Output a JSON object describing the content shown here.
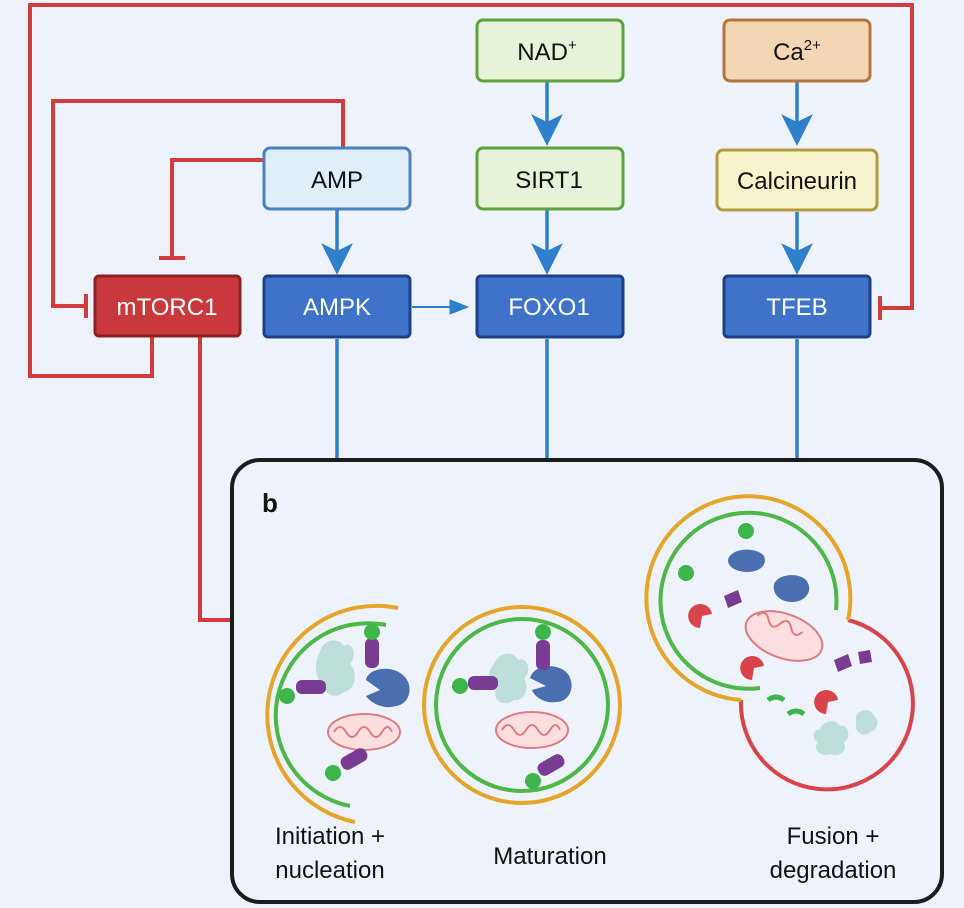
{
  "nodes": {
    "nad": {
      "label": "NAD",
      "sup": "+"
    },
    "ca": {
      "label": "Ca",
      "sup": "2+"
    },
    "amp": {
      "label": "AMP"
    },
    "sirt1": {
      "label": "SIRT1"
    },
    "calcineurin": {
      "label": "Calcineurin"
    },
    "mtorc1": {
      "label": "mTORC1"
    },
    "ampk": {
      "label": "AMPK"
    },
    "foxo1": {
      "label": "FOXO1"
    },
    "tfeb": {
      "label": "TFEB"
    }
  },
  "panel": {
    "letter": "b"
  },
  "stages": {
    "initiation": {
      "line1": "Initiation +",
      "line2": "nucleation"
    },
    "maturation": {
      "line1": "Maturation"
    },
    "fusion": {
      "line1": "Fusion +",
      "line2": "degradation"
    }
  },
  "colors": {
    "inhibit": "#d43b3b",
    "activate": "#2f80cc",
    "core_box": "#3f73c9",
    "mtorc1_box": "#c9393c"
  }
}
